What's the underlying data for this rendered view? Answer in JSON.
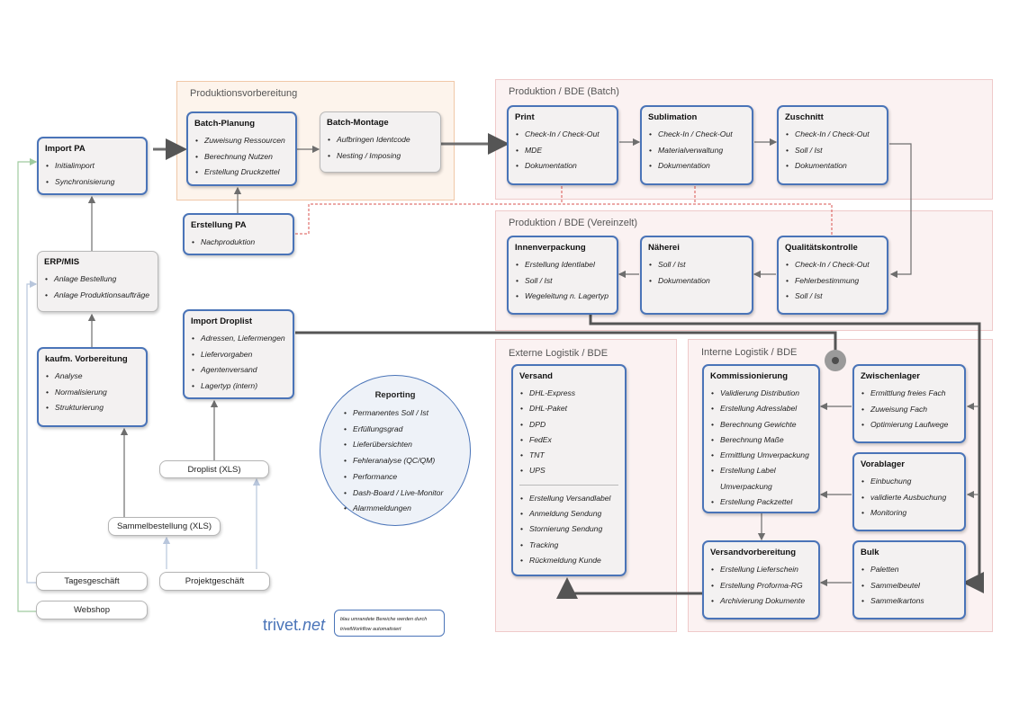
{
  "regions": {
    "prod_prep": "Produktionsvorbereitung",
    "prod_batch": "Produktion / BDE (Batch)",
    "prod_single": "Produktion / BDE (Vereinzelt)",
    "ext_logistics": "Externe Logistik / BDE",
    "int_logistics": "Interne Logistik / BDE"
  },
  "boxes": {
    "import_pa": {
      "title": "Import PA",
      "items": [
        "Initialimport",
        "Synchronisierung"
      ]
    },
    "erp_mis": {
      "title": "ERP/MIS",
      "items": [
        "Anlage Bestellung",
        "Anlage Produktionsaufträge"
      ]
    },
    "kaufm": {
      "title": "kaufm. Vorbereitung",
      "items": [
        "Analyse",
        "Normalisierung",
        "Strukturierung"
      ]
    },
    "batch_planung": {
      "title": "Batch-Planung",
      "items": [
        "Zuweisung Ressourcen",
        "Berechnung Nutzen",
        "Erstellung Druckzettel"
      ]
    },
    "batch_montage": {
      "title": "Batch-Montage",
      "items": [
        "Aufbringen Identcode",
        "Nesting / Imposing"
      ]
    },
    "erstellung_pa": {
      "title": "Erstellung PA",
      "items": [
        "Nachproduktion"
      ]
    },
    "import_droplist": {
      "title": "Import Droplist",
      "items": [
        "Adressen, Liefermengen",
        "Liefervorgaben",
        "Agentenversand",
        "Lagertyp (intern)"
      ]
    },
    "print": {
      "title": "Print",
      "items": [
        "Check-In / Check-Out",
        "MDE",
        "Dokumentation"
      ]
    },
    "sublimation": {
      "title": "Sublimation",
      "items": [
        "Check-In / Check-Out",
        "Materialverwaltung",
        "Dokumentation"
      ]
    },
    "zuschnitt": {
      "title": "Zuschnitt",
      "items": [
        "Check-In / Check-Out",
        "Soll / Ist",
        "Dokumentation"
      ]
    },
    "innenverpackung": {
      "title": "Innenverpackung",
      "items": [
        "Erstellung Identlabel",
        "Soll / Ist",
        "Wegeleitung n. Lagertyp"
      ]
    },
    "naeherei": {
      "title": "Näherei",
      "items": [
        "Soll / Ist",
        "Dokumentation"
      ]
    },
    "qualitaet": {
      "title": "Qualitätskontrolle",
      "items": [
        "Check-In / Check-Out",
        "Fehlerbestimmung",
        "Soll / Ist"
      ]
    },
    "versand": {
      "title": "Versand",
      "items": [
        "DHL-Express",
        "DHL-Paket",
        "DPD",
        "FedEx",
        "TNT",
        "UPS"
      ],
      "items2": [
        "Erstellung Versandlabel",
        "Anmeldung Sendung",
        "Stornierung Sendung",
        "Tracking",
        "Rückmeldung Kunde"
      ]
    },
    "kommissionierung": {
      "title": "Kommissionierung",
      "items": [
        "Validierung Distribution",
        "Erstellung Adresslabel",
        "Berechnung Gewichte",
        "Berechnung Maße",
        "Ermittlung Umverpackung",
        "Erstellung Label Umverpackung",
        "Erstellung Packzettel"
      ]
    },
    "zwischenlager": {
      "title": "Zwischenlager",
      "items": [
        "Ermittlung freies Fach",
        "Zuweisung Fach",
        "Optimierung Laufwege"
      ]
    },
    "vorablager": {
      "title": "Vorablager",
      "items": [
        "Einbuchung",
        "validierte Ausbuchung",
        "Monitoring"
      ]
    },
    "versandvorbereitung": {
      "title": "Versandvorbereitung",
      "items": [
        "Erstellung Lieferschein",
        "Erstellung Proforma-RG",
        "Archivierung Dokumente"
      ]
    },
    "bulk": {
      "title": "Bulk",
      "items": [
        "Paletten",
        "Sammelbeutel",
        "Sammelkartons"
      ]
    }
  },
  "reporting": {
    "title": "Reporting",
    "items": [
      "Permanentes Soll / Ist",
      "Erfüllungsgrad",
      "Lieferübersichten",
      "Fehleranalyse (QC/QM)",
      "Performance",
      "Dash-Board / Live-Monitor",
      "Alarmmeldungen"
    ]
  },
  "pills": {
    "droplist": "Droplist (XLS)",
    "sammelbestellung": "Sammelbestellung (XLS)",
    "tagesgeschaeft": "Tagesgeschäft",
    "projektgeschaeft": "Projektgeschäft",
    "webshop": "Webshop"
  },
  "logo": {
    "main": "trivet",
    "sub": ".net"
  },
  "note": "blau umrandete Bereiche werden durch trivetWorkflow automatisiert",
  "colors": {
    "accent": "#4a74b8",
    "dashed_link": "#d9534f",
    "region_orange": "#fdf4ec",
    "region_pink": "#fbf2f2",
    "gray_link": "#7a7a7a"
  }
}
